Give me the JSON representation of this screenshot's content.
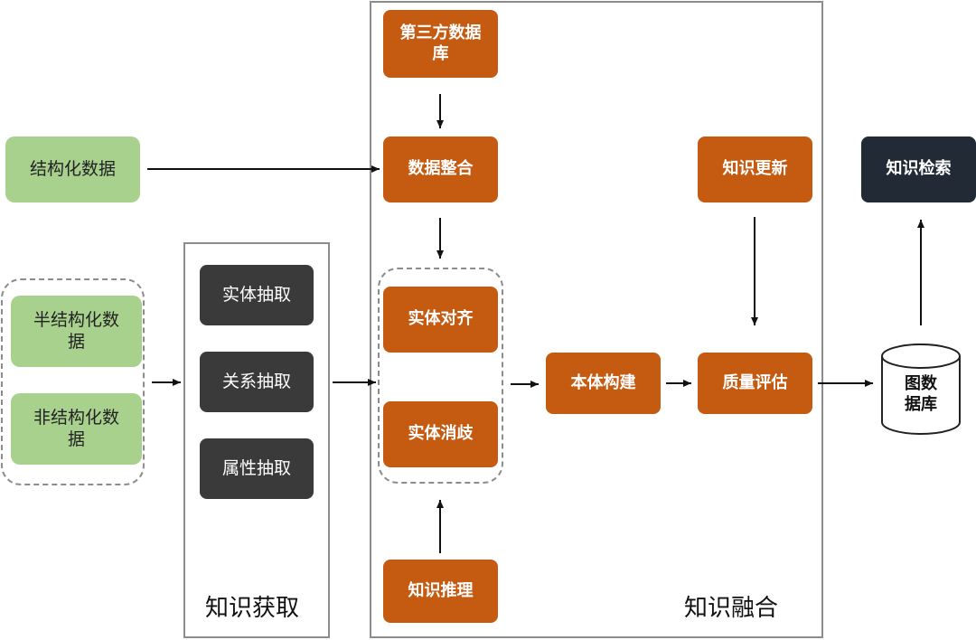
{
  "sources": {
    "structured": "结构化数据",
    "semi_structured": "半结构化数据",
    "unstructured": "非结构化数据"
  },
  "acquisition": {
    "label": "知识获取",
    "items": [
      "实体抽取",
      "关系抽取",
      "属性抽取"
    ]
  },
  "fusion": {
    "label": "知识融合",
    "third_party": "第三方数据库",
    "data_integration": "数据整合",
    "entity_alignment": "实体对齐",
    "entity_disambiguation": "实体消歧",
    "knowledge_reasoning": "知识推理",
    "ontology_construction": "本体构建",
    "knowledge_update": "知识更新",
    "quality_assessment": "质量评估"
  },
  "graph_db": "图数据库",
  "knowledge_retrieval": "知识检索",
  "colors": {
    "source": "#a9d18e",
    "extraction": "#3a3a3a",
    "fusion": "#c55a11",
    "retrieval": "#222a35",
    "border": "#8c8c8c"
  }
}
